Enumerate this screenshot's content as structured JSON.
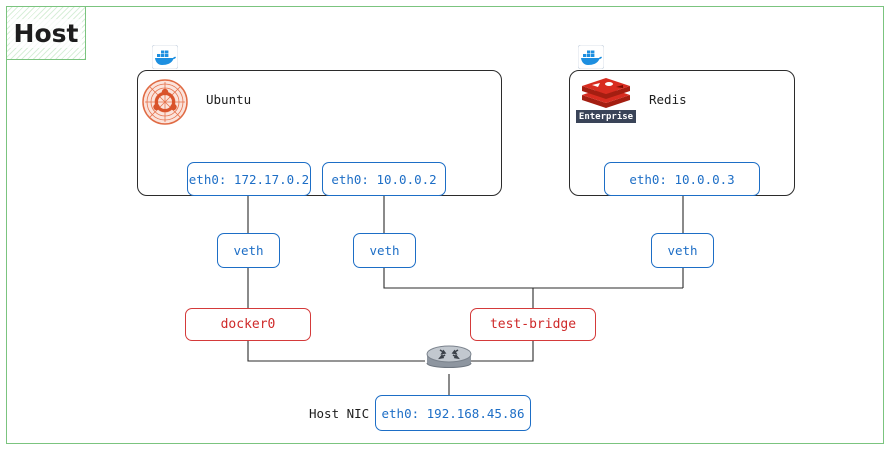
{
  "host": {
    "label": "Host"
  },
  "containers": {
    "ubuntu": {
      "name": "Ubuntu",
      "iface_a": "eth0: 172.17.0.2",
      "iface_b": "eth0: 10.0.0.2"
    },
    "redis": {
      "name": "Redis",
      "badge": "Enterprise",
      "iface": "eth0: 10.0.0.3"
    }
  },
  "veths": {
    "ubuntu_a": "veth",
    "ubuntu_b": "veth",
    "redis": "veth"
  },
  "bridges": {
    "docker0": "docker0",
    "test_bridge": "test-bridge"
  },
  "host_nic": {
    "label": "Host NIC",
    "iface": "eth0: 192.168.45.86"
  },
  "icons": [
    "docker-icon",
    "ubuntu-icon",
    "redis-icon",
    "router-icon"
  ],
  "colors": {
    "frame": "#7bc47f",
    "interface": "#1d6ec6",
    "bridge": "#d43a3a",
    "docker": "#1d8fe0",
    "redis": "#c7342c"
  }
}
